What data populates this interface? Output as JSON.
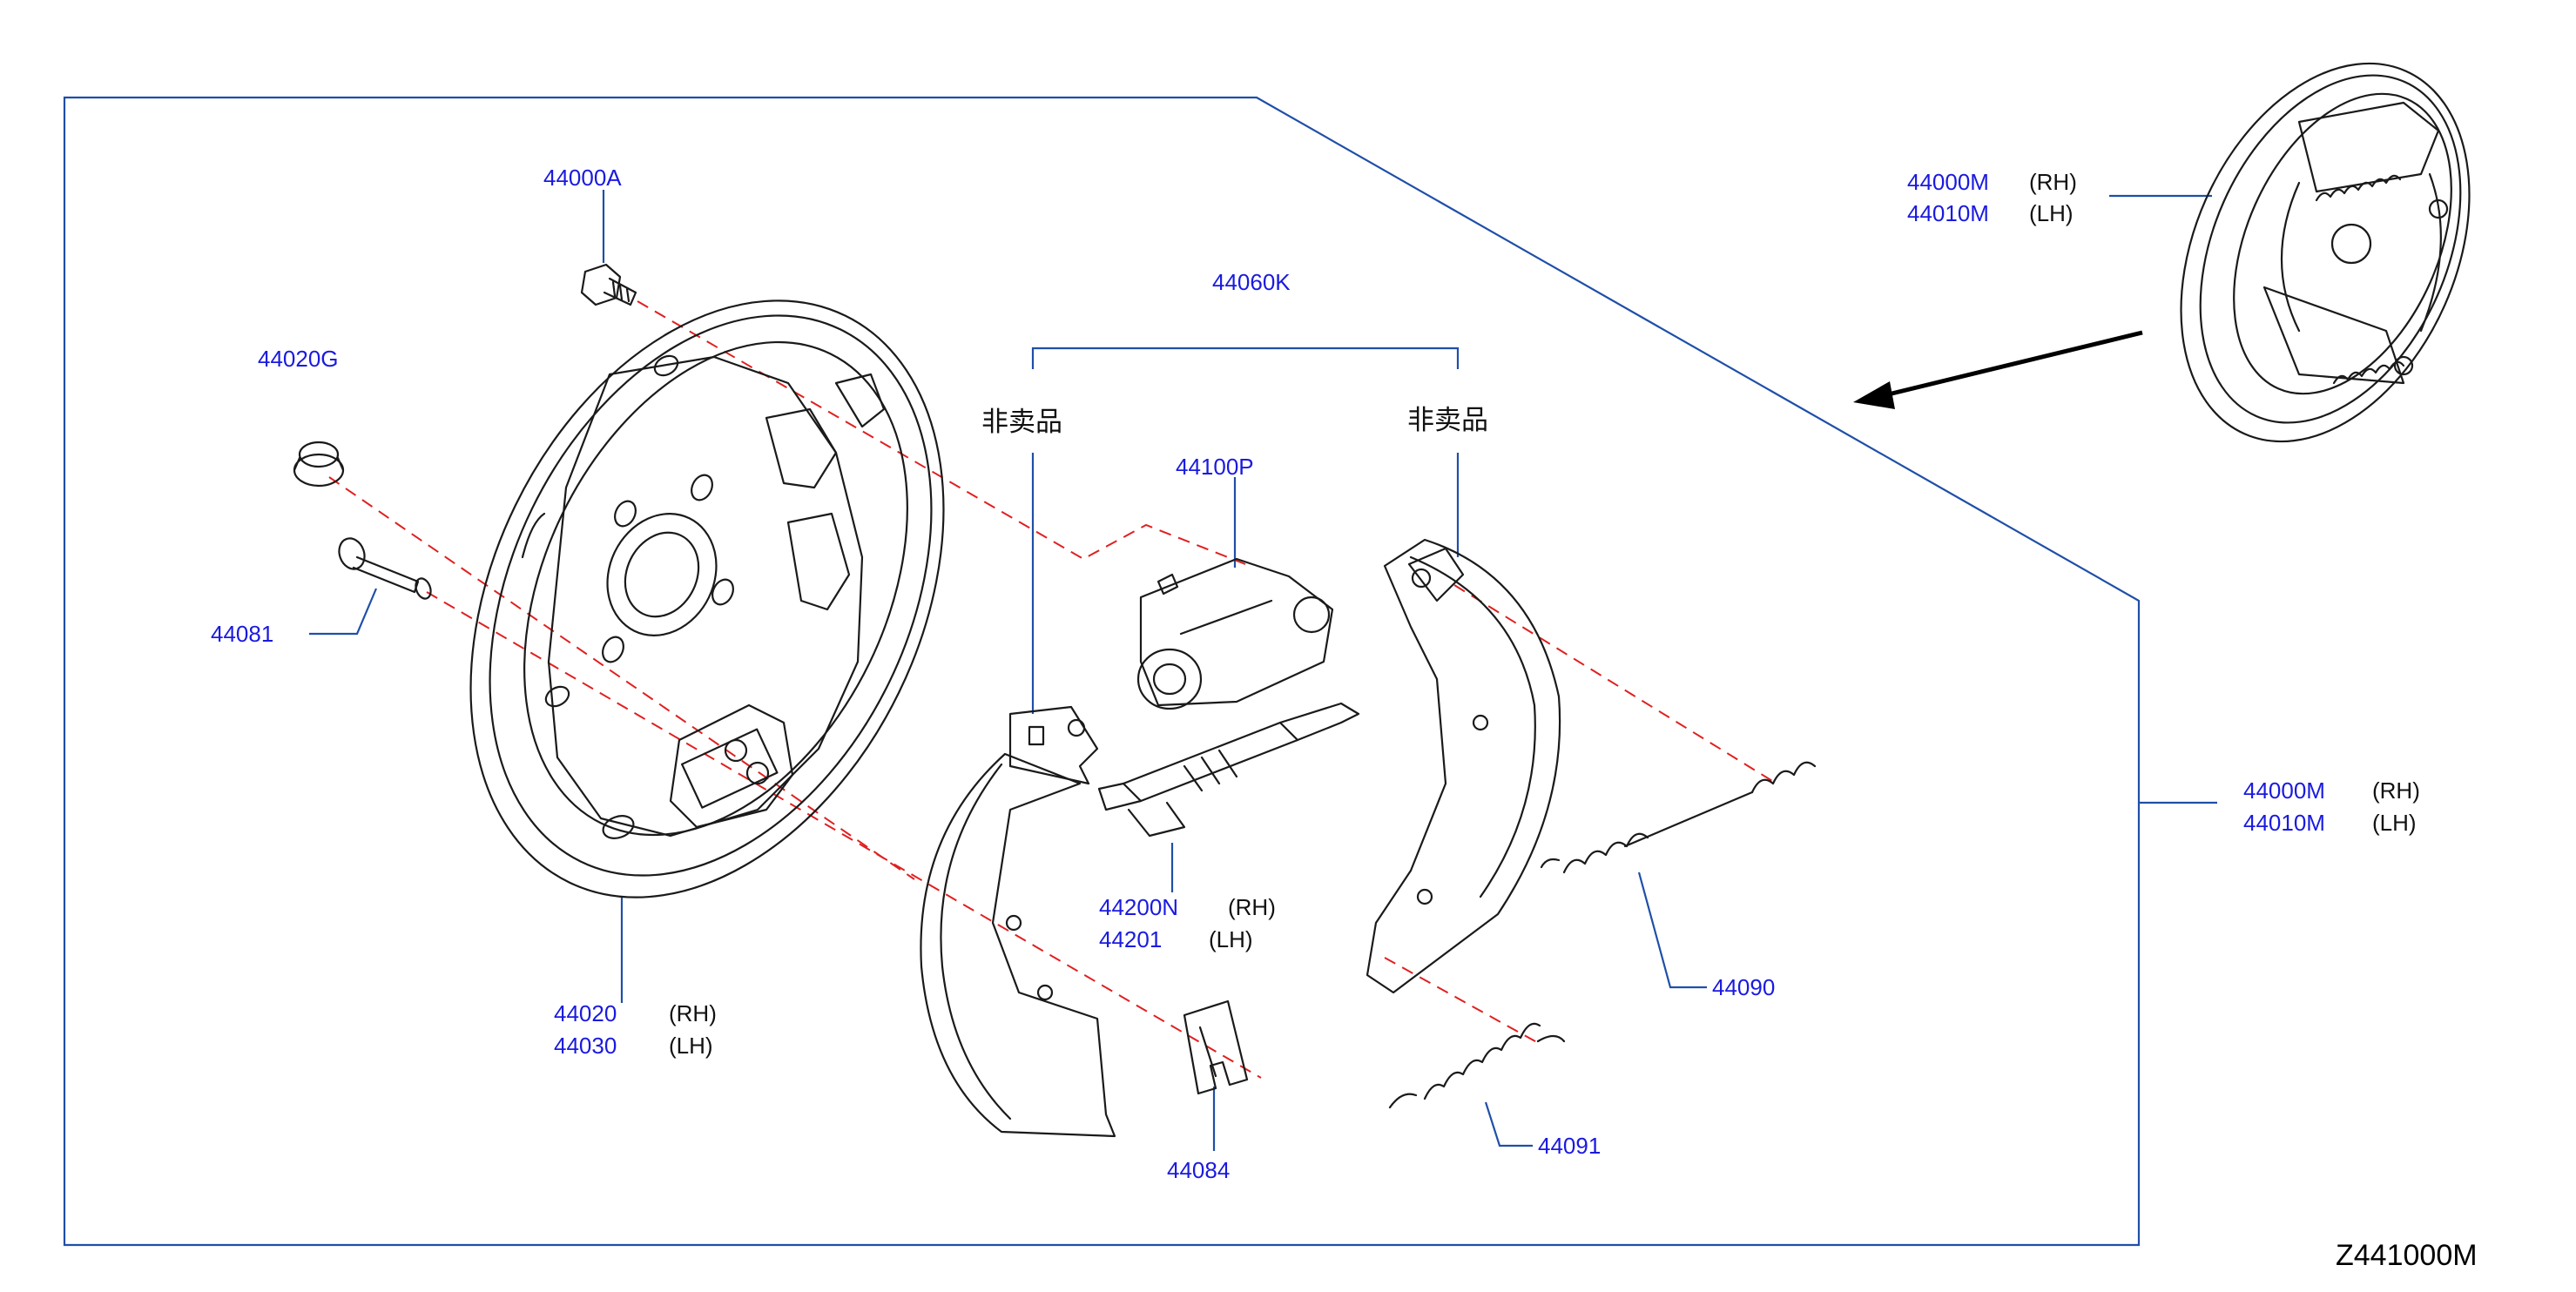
{
  "diagram": {
    "callouts": {
      "assembly_top": {
        "rh": {
          "num": "44000M",
          "side": "(RH)"
        },
        "lh": {
          "num": "44010M",
          "side": "(LH)"
        }
      },
      "assembly_right": {
        "rh": {
          "num": "44000M",
          "side": "(RH)"
        },
        "lh": {
          "num": "44010M",
          "side": "(LH)"
        }
      },
      "bolt": "44000A",
      "plug": "44020G",
      "pin": "44081",
      "plate": {
        "rh": {
          "num": "44020",
          "side": "(RH)"
        },
        "lh": {
          "num": "44030",
          "side": "(LH)"
        }
      },
      "shoe_set": "44060K",
      "not_for_sale_left": "非卖品",
      "not_for_sale_right": "非卖品",
      "wheel_cylinder": "44100P",
      "adjuster": {
        "rh": {
          "num": "44200N",
          "side": "(RH)"
        },
        "lh": {
          "num": "44201",
          "side": "(LH)"
        }
      },
      "clip": "44084",
      "upper_spring": "44090",
      "lower_spring": "44091"
    },
    "diagram_code": "Z441000M",
    "colors": {
      "leader": "#1f4fa8",
      "callout_text": "#1a1ae0",
      "dash": "#e02020",
      "line_art": "#1a1a1a"
    }
  }
}
